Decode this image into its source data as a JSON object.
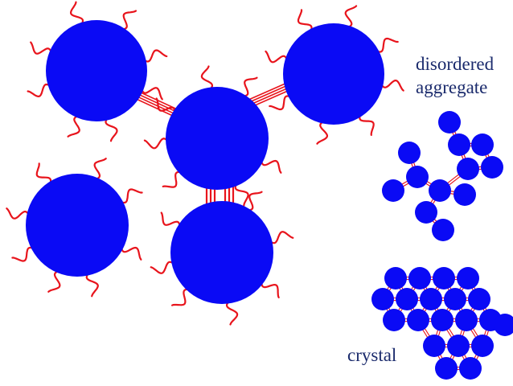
{
  "labels": {
    "disordered_line1": "disordered",
    "disordered_line2": "aggregate",
    "crystal": "crystal"
  },
  "colors": {
    "particle": "#0a0af5",
    "ligand": "#e8141c",
    "text": "#1a2a6c"
  }
}
